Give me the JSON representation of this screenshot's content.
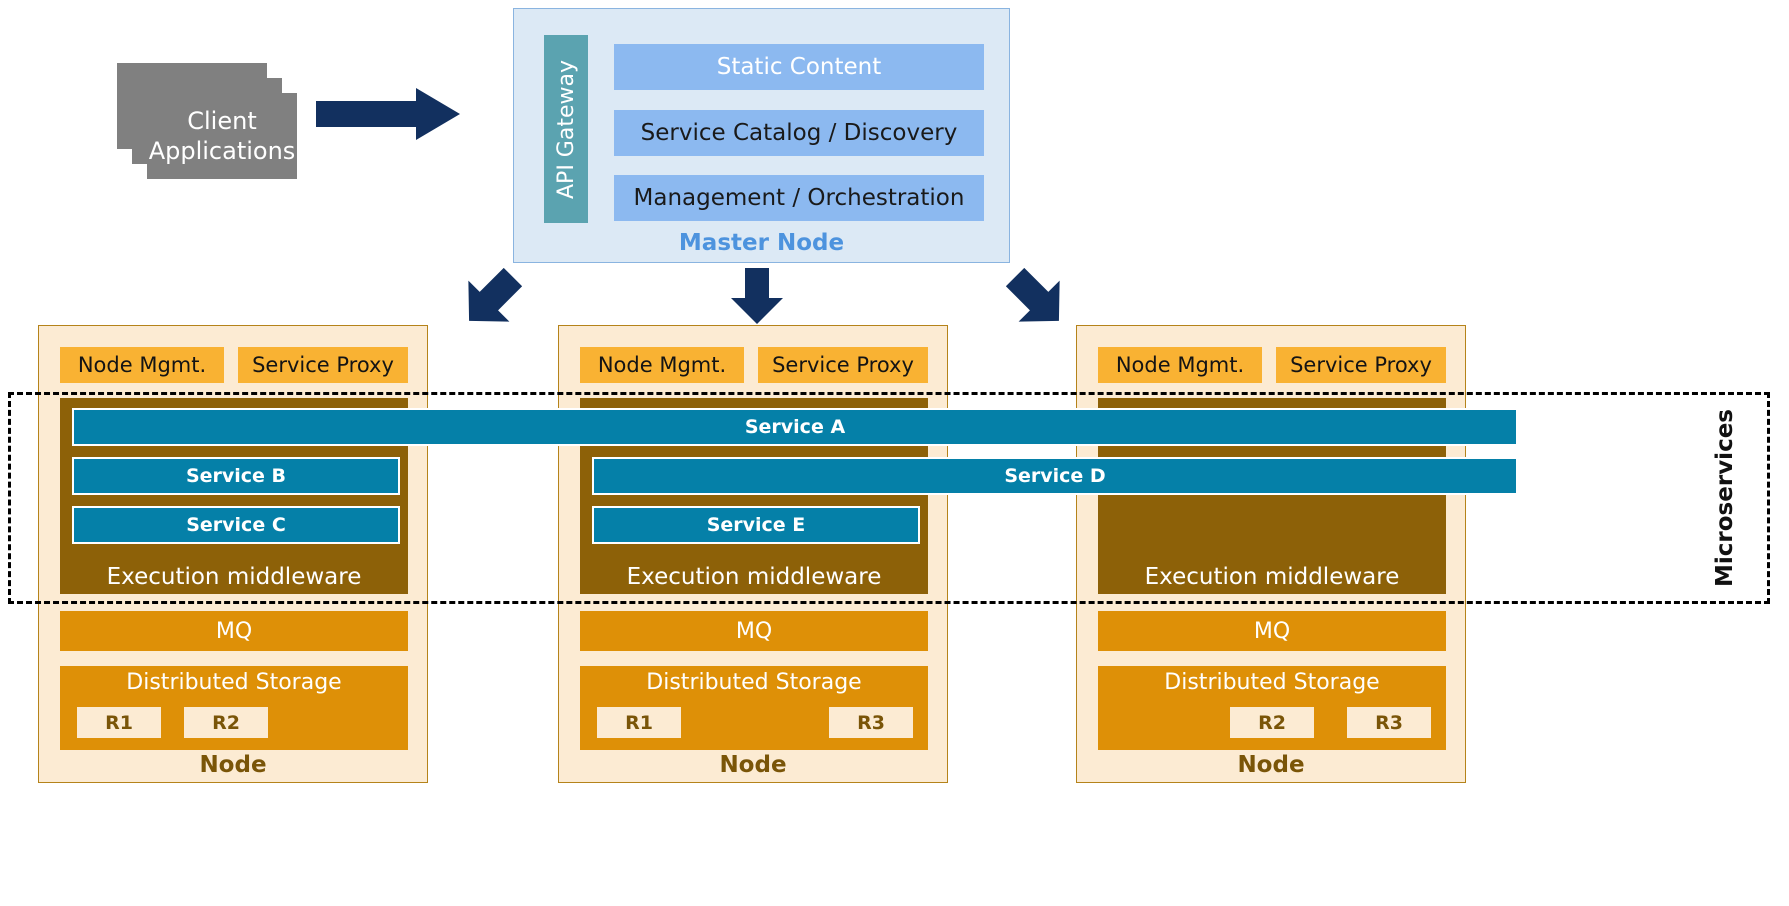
{
  "client": {
    "label_line1": "Client",
    "label_line2": "Applications",
    "card_color": "#808080",
    "stack_count": 3
  },
  "flow_arrow": {
    "name": "client-to-master-arrow",
    "color": "#12305f",
    "direction": "right"
  },
  "master_node": {
    "caption": "Master Node",
    "caption_color": "#4d93de",
    "panel_color": "#dce9f5",
    "api_gateway": {
      "label": "API Gateway",
      "color": "#5ba3b0",
      "orientation": "vertical"
    },
    "rows": [
      {
        "label": "Static Content",
        "text_color": "#ffffff"
      },
      {
        "label": "Service Catalog / Discovery",
        "text_color": "#1a1a1a"
      },
      {
        "label": "Management / Orchestration",
        "text_color": "#1a1a1a"
      }
    ],
    "row_color": "#8cb9f0"
  },
  "distribution_arrows": [
    {
      "name": "master-to-node-1-arrow",
      "direction": "down-left",
      "color": "#12305f"
    },
    {
      "name": "master-to-node-2-arrow",
      "direction": "down",
      "color": "#12305f"
    },
    {
      "name": "master-to-node-3-arrow",
      "direction": "down-right",
      "color": "#12305f"
    }
  ],
  "microservices_region": {
    "label": "Microservices",
    "border_style": "dashed",
    "border_color": "#000000"
  },
  "common_labels": {
    "node_mgmt": "Node Mgmt.",
    "service_proxy": "Service Proxy",
    "execution_middleware": "Execution middleware",
    "mq": "MQ",
    "distributed_storage": "Distributed Storage",
    "node": "Node"
  },
  "colors": {
    "node_panel": "#fcebd3",
    "node_border": "#b5831a",
    "header_orange": "#f9b233",
    "middleware_brown": "#8d6108",
    "storage_orange": "#de9007",
    "service_blue": "#0580a8",
    "replica_cream": "#fcebd3",
    "arrow_navy": "#12305f"
  },
  "nodes": [
    {
      "id": "node-1",
      "header": {
        "mgmt": "Node Mgmt.",
        "proxy": "Service Proxy"
      },
      "middleware_caption": "Execution middleware",
      "mq": "MQ",
      "storage": {
        "title": "Distributed Storage",
        "replicas": [
          "R1",
          "R2"
        ]
      },
      "caption": "Node"
    },
    {
      "id": "node-2",
      "header": {
        "mgmt": "Node Mgmt.",
        "proxy": "Service Proxy"
      },
      "middleware_caption": "Execution middleware",
      "mq": "MQ",
      "storage": {
        "title": "Distributed Storage",
        "replicas": [
          "R1",
          "R3"
        ]
      },
      "caption": "Node"
    },
    {
      "id": "node-3",
      "header": {
        "mgmt": "Node Mgmt.",
        "proxy": "Service Proxy"
      },
      "middleware_caption": "Execution middleware",
      "mq": "MQ",
      "storage": {
        "title": "Distributed Storage",
        "replicas": [
          "R2",
          "R3"
        ]
      },
      "caption": "Node"
    }
  ],
  "services": [
    {
      "name": "Service A",
      "spans_nodes": [
        1,
        2,
        3
      ],
      "row": 0
    },
    {
      "name": "Service B",
      "spans_nodes": [
        1
      ],
      "row": 1
    },
    {
      "name": "Service C",
      "spans_nodes": [
        1
      ],
      "row": 2
    },
    {
      "name": "Service D",
      "spans_nodes": [
        2,
        3
      ],
      "row": 1
    },
    {
      "name": "Service E",
      "spans_nodes": [
        2
      ],
      "row": 2
    }
  ]
}
